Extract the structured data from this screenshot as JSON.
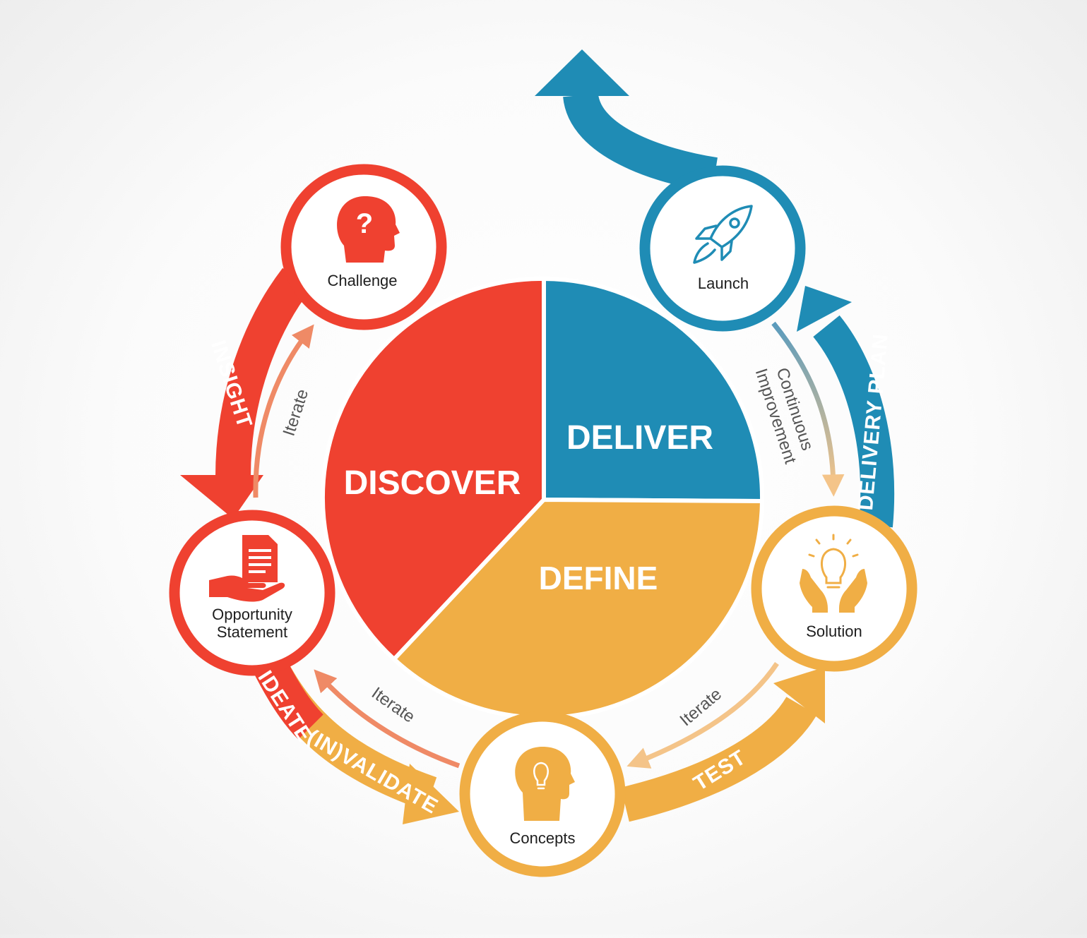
{
  "phases": {
    "discover": "DISCOVER",
    "deliver": "DELIVER",
    "define": "DEFINE"
  },
  "nodes": {
    "challenge": "Challenge",
    "launch": "Launch",
    "opportunity_line1": "Opportunity",
    "opportunity_line2": "Statement",
    "solution": "Solution",
    "concepts": "Concepts"
  },
  "arrows": {
    "insight": "INSIGHT",
    "delivery_plan": "DELIVERY PLAN",
    "ideate": "IDEATE",
    "invalidate": "(IN)VALIDATE",
    "test": "TEST"
  },
  "feedback": {
    "iterate_left": "Iterate",
    "iterate_bottom_left": "Iterate",
    "iterate_bottom_right": "Iterate",
    "continuous_line1": "Continuous",
    "continuous_line2": "Improvement"
  },
  "colors": {
    "red": "#EF4130",
    "blue": "#1F8CB5",
    "yellow": "#F0AE45",
    "salmon": "#EF8A66"
  }
}
